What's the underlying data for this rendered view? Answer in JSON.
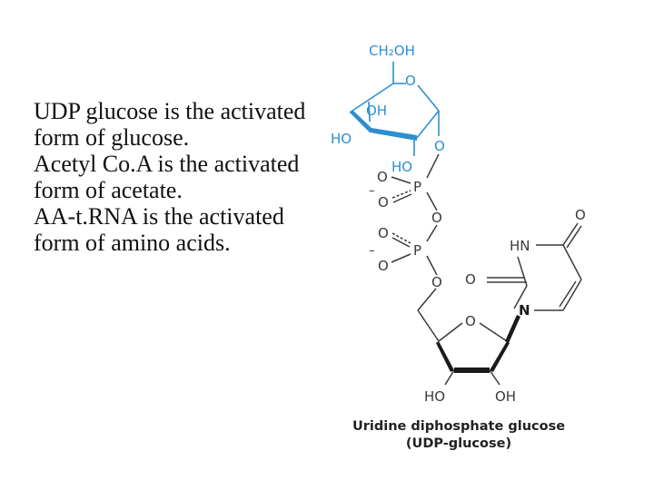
{
  "text": {
    "lines": [
      "UDP glucose is the activated",
      "form of glucose.",
      "Acetyl Co.A is the activated",
      "form of acetate.",
      "AA-t.RNA is the activated",
      "form of amino acids."
    ]
  },
  "diagram": {
    "caption_line1": "Uridine diphosphate glucose",
    "caption_line2": "(UDP-glucose)",
    "labels": {
      "ch2oh": "CH₂OH",
      "ring_o": "O",
      "oh_c3": "OH",
      "ho_c4": "HO",
      "ho_c2": "HO",
      "o_glycosidic": "O",
      "p1": "P",
      "p1_o_minus": "O",
      "p1_o_double": "O",
      "bridge_o": "O",
      "p2": "P",
      "p2_o_double": "O",
      "p2_o_minus": "O",
      "ester_o": "O",
      "ribose_o": "O",
      "ribose_oh_left": "HO",
      "ribose_oh_right": "OH",
      "uracil_n1": "N",
      "uracil_hn": "HN",
      "uracil_o2": "O",
      "uracil_o4": "O",
      "minus1": "–",
      "minus2": "–"
    },
    "colors": {
      "glucose": "#2d8fd0",
      "bonds": "#3a3a3a"
    }
  }
}
